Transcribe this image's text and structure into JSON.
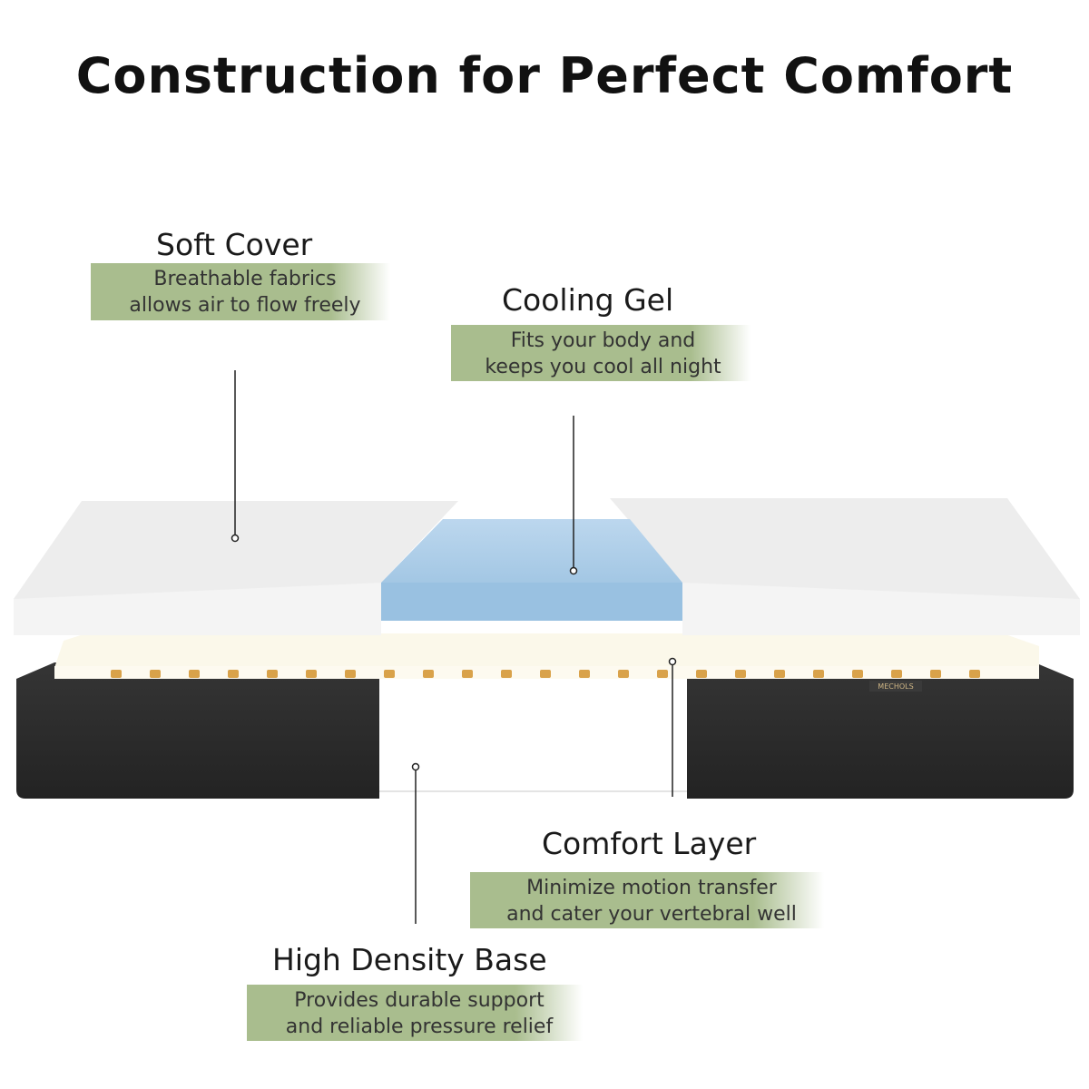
{
  "title": "Construction for Perfect Comfort",
  "brand_tag": "MECHOLS",
  "colors": {
    "label_bg": "#a9bd8e",
    "cover": "#eeeeee",
    "gel": "#a9cbe6",
    "comfort": "#fbf8ea",
    "base": "#2b2b2b",
    "dot": "#d9a24a"
  },
  "layers": [
    {
      "id": "soft-cover",
      "name": "Soft Cover",
      "desc1": "Breathable fabrics",
      "desc2": "allows air to flow freely"
    },
    {
      "id": "cooling-gel",
      "name": "Cooling Gel",
      "desc1": "Fits your body and",
      "desc2": "keeps you cool all night"
    },
    {
      "id": "comfort-layer",
      "name": "Comfort Layer",
      "desc1": "Minimize motion transfer",
      "desc2": "and cater your vertebral well"
    },
    {
      "id": "high-density-base",
      "name": "High Density Base",
      "desc1": "Provides durable support",
      "desc2": "and reliable pressure relief"
    }
  ]
}
